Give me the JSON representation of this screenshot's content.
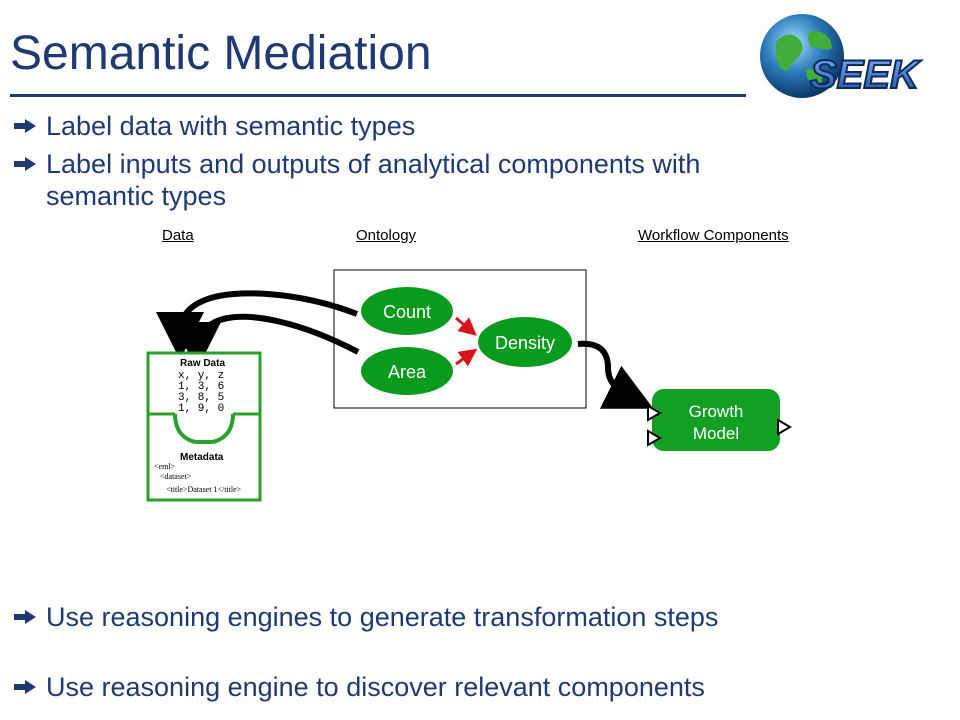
{
  "title": "Semantic Mediation",
  "logo": {
    "text": "SEEK"
  },
  "bullets": [
    {
      "text": "Label data with semantic types"
    },
    {
      "text": "Label inputs and outputs of analytical components with"
    },
    {
      "text": "semantic types"
    },
    {
      "text": "Use reasoning engines to generate transformation steps"
    },
    {
      "text": "Use reasoning engine to discover relevant components"
    }
  ],
  "diagram": {
    "column_labels": {
      "data": "Data",
      "ontology": "Ontology",
      "workflow": "Workflow Components"
    },
    "raw_data": {
      "heading": "Raw Data",
      "rows": [
        "x, y, z",
        "1, 3, 6",
        "3, 8, 5",
        "1, 9, 0"
      ],
      "metadata_heading": "Metadata",
      "metadata_lines": [
        "<eml>",
        "<dataset>",
        "<title>Dataset 1</title>"
      ]
    },
    "ontology_nodes": {
      "count": "Count",
      "area": "Area",
      "density": "Density"
    },
    "component": {
      "line1": "Growth",
      "line2": "Model"
    }
  },
  "colors": {
    "title": "#1f3a73",
    "node_green": "#0a9a1e",
    "component_green": "#139f24",
    "arrow_red": "#d9151b",
    "bullet_arrow": "#1f3a73"
  }
}
